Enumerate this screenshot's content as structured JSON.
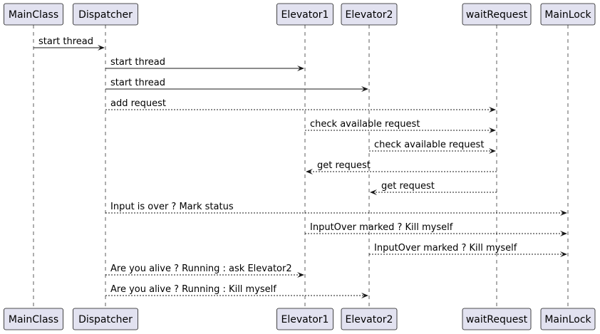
{
  "diagram": {
    "type": "sequence",
    "colors": {
      "participant_fill": "#E2E2F0",
      "stroke": "#181818",
      "text": "#000000",
      "background": "#FFFFFF"
    },
    "participants": [
      {
        "id": "MainClass",
        "label": "MainClass"
      },
      {
        "id": "Dispatcher",
        "label": "Dispatcher"
      },
      {
        "id": "Elevator1",
        "label": "Elevator1"
      },
      {
        "id": "Elevator2",
        "label": "Elevator2"
      },
      {
        "id": "waitRequest",
        "label": "waitRequest"
      },
      {
        "id": "MainLock",
        "label": "MainLock"
      }
    ],
    "messages": [
      {
        "from": "MainClass",
        "to": "Dispatcher",
        "label": "start thread",
        "style": "solid"
      },
      {
        "from": "Dispatcher",
        "to": "Elevator1",
        "label": "start thread",
        "style": "solid"
      },
      {
        "from": "Dispatcher",
        "to": "Elevator2",
        "label": "start thread",
        "style": "solid"
      },
      {
        "from": "Dispatcher",
        "to": "waitRequest",
        "label": "add request",
        "style": "dashed"
      },
      {
        "from": "Elevator1",
        "to": "waitRequest",
        "label": "check available request",
        "style": "dashed"
      },
      {
        "from": "Elevator2",
        "to": "waitRequest",
        "label": "check available request",
        "style": "dashed"
      },
      {
        "from": "waitRequest",
        "to": "Elevator1",
        "label": "get request",
        "style": "dashed"
      },
      {
        "from": "waitRequest",
        "to": "Elevator2",
        "label": "get request",
        "style": "dashed"
      },
      {
        "from": "Dispatcher",
        "to": "MainLock",
        "label": "Input is over ? Mark status",
        "style": "dashed"
      },
      {
        "from": "Elevator1",
        "to": "MainLock",
        "label": "InputOver marked ? Kill myself",
        "style": "dashed"
      },
      {
        "from": "Elevator2",
        "to": "MainLock",
        "label": "InputOver marked ? Kill myself",
        "style": "dashed"
      },
      {
        "from": "Dispatcher",
        "to": "Elevator1",
        "label": "Are you alive ? Running : ask Elevator2",
        "style": "dashed"
      },
      {
        "from": "Dispatcher",
        "to": "Elevator2",
        "label": "Are you alive ? Running : Kill myself",
        "style": "dashed"
      }
    ]
  }
}
